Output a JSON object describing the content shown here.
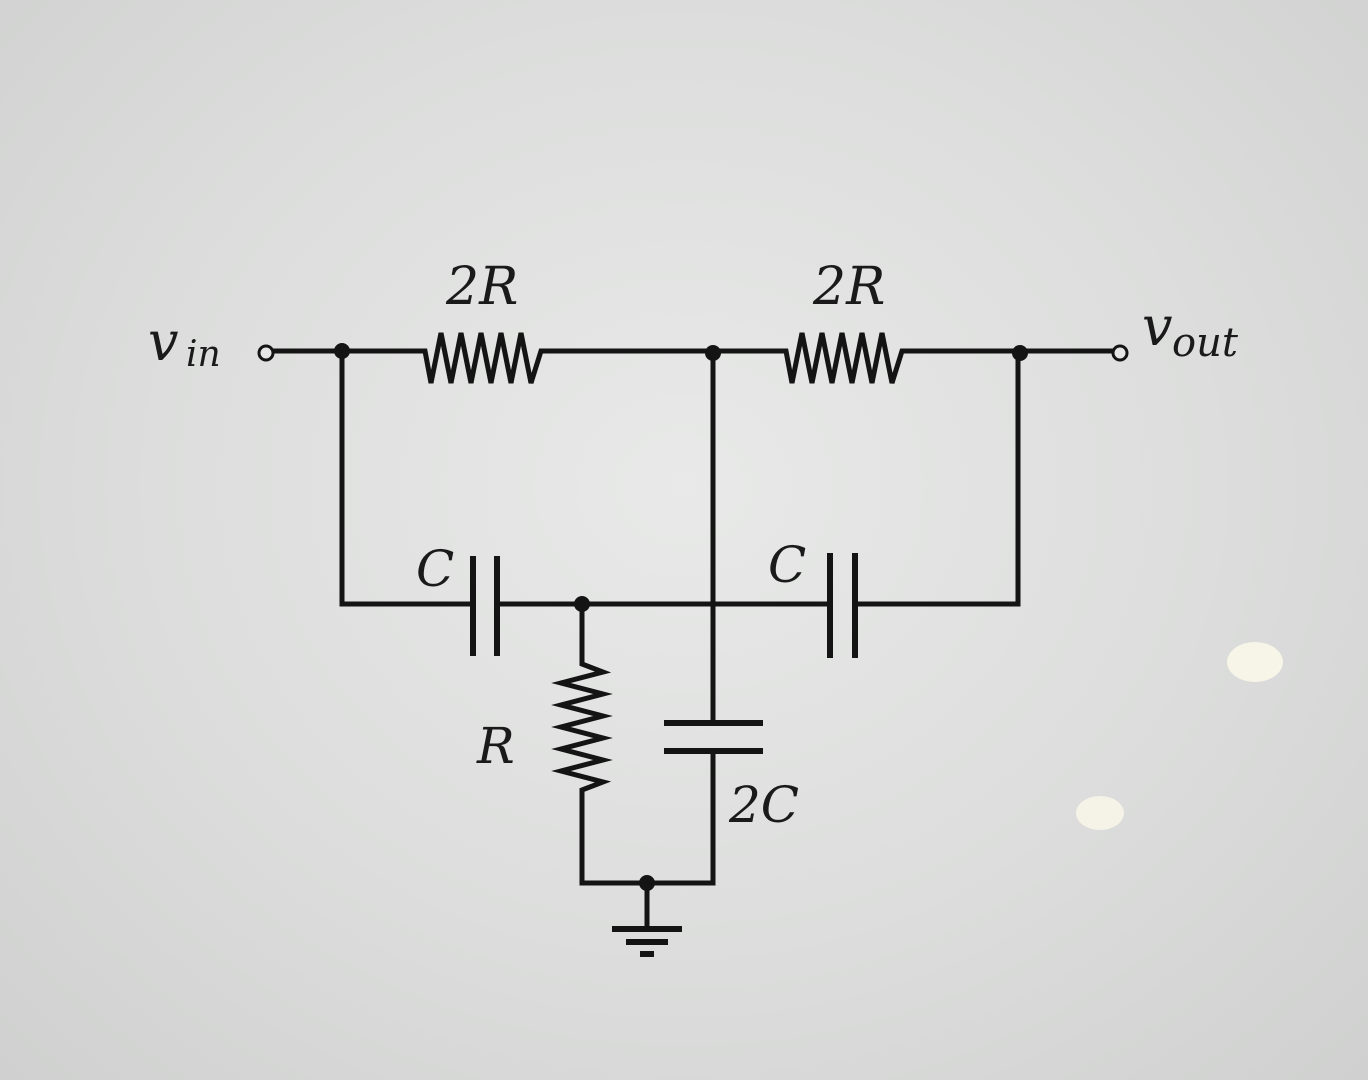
{
  "circuit": {
    "labels": {
      "vin_main": "v",
      "vin_sub": "in",
      "vout_main": "v",
      "vout_sub": "out",
      "r_top_left": "2R",
      "r_top_right": "2R",
      "c_left": "C",
      "c_right": "C",
      "r_shunt": "R",
      "c_shunt": "2C"
    }
  }
}
